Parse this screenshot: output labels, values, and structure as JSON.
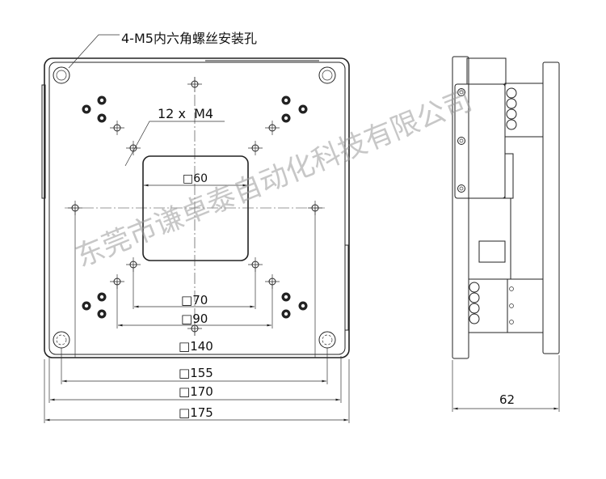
{
  "drawing": {
    "mount_hole_note": "4-M5内六角螺丝安装孔",
    "thread_note": "12 x  M4",
    "watermark": "东莞市谦卓泰自动化科技有限公司",
    "dimensions": {
      "window": "60",
      "m4_inner": "70",
      "m4_outer": "90",
      "center_holes": "140",
      "mount_holes": "155",
      "body": "170",
      "plate": "175",
      "height": "62"
    },
    "square_symbol": "□"
  }
}
